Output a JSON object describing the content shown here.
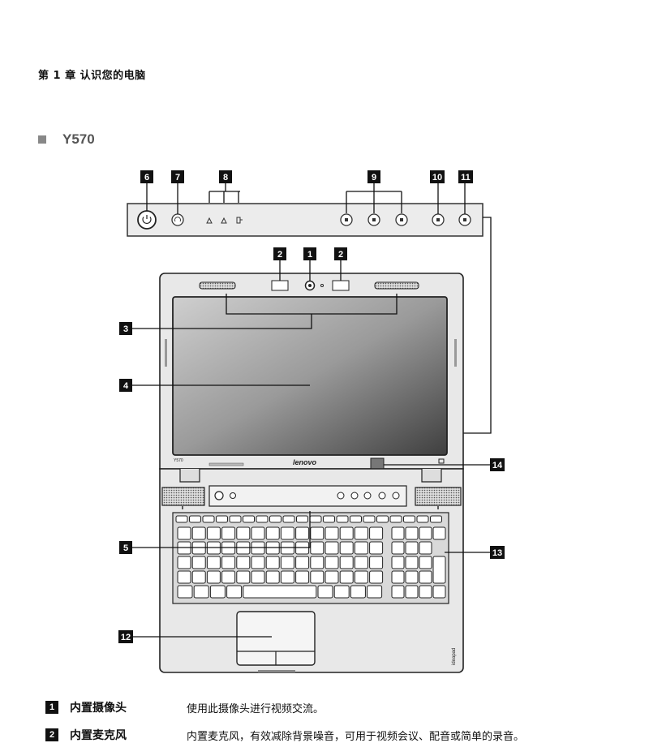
{
  "header": {
    "chapter": "第 1 章 认识您的电脑"
  },
  "section": {
    "model": "Y570"
  },
  "callouts": {
    "c1": "1",
    "c2a": "2",
    "c2b": "2",
    "c3": "3",
    "c4": "4",
    "c5": "5",
    "c6": "6",
    "c7": "7",
    "c8": "8",
    "c9": "9",
    "c10": "10",
    "c11": "11",
    "c12": "12",
    "c13": "13",
    "c14": "14"
  },
  "laptop": {
    "brand": "lenovo",
    "model_small": "Y570",
    "side_brand": "ideapad"
  },
  "items": [
    {
      "num": "1",
      "name": "内置摄像头",
      "desc": "使用此摄像头进行视频交流。"
    },
    {
      "num": "2",
      "name": "内置麦克风",
      "desc": "内置麦克风，有效减除背景噪音，可用于视频会议、配音或简单的录音。"
    }
  ]
}
